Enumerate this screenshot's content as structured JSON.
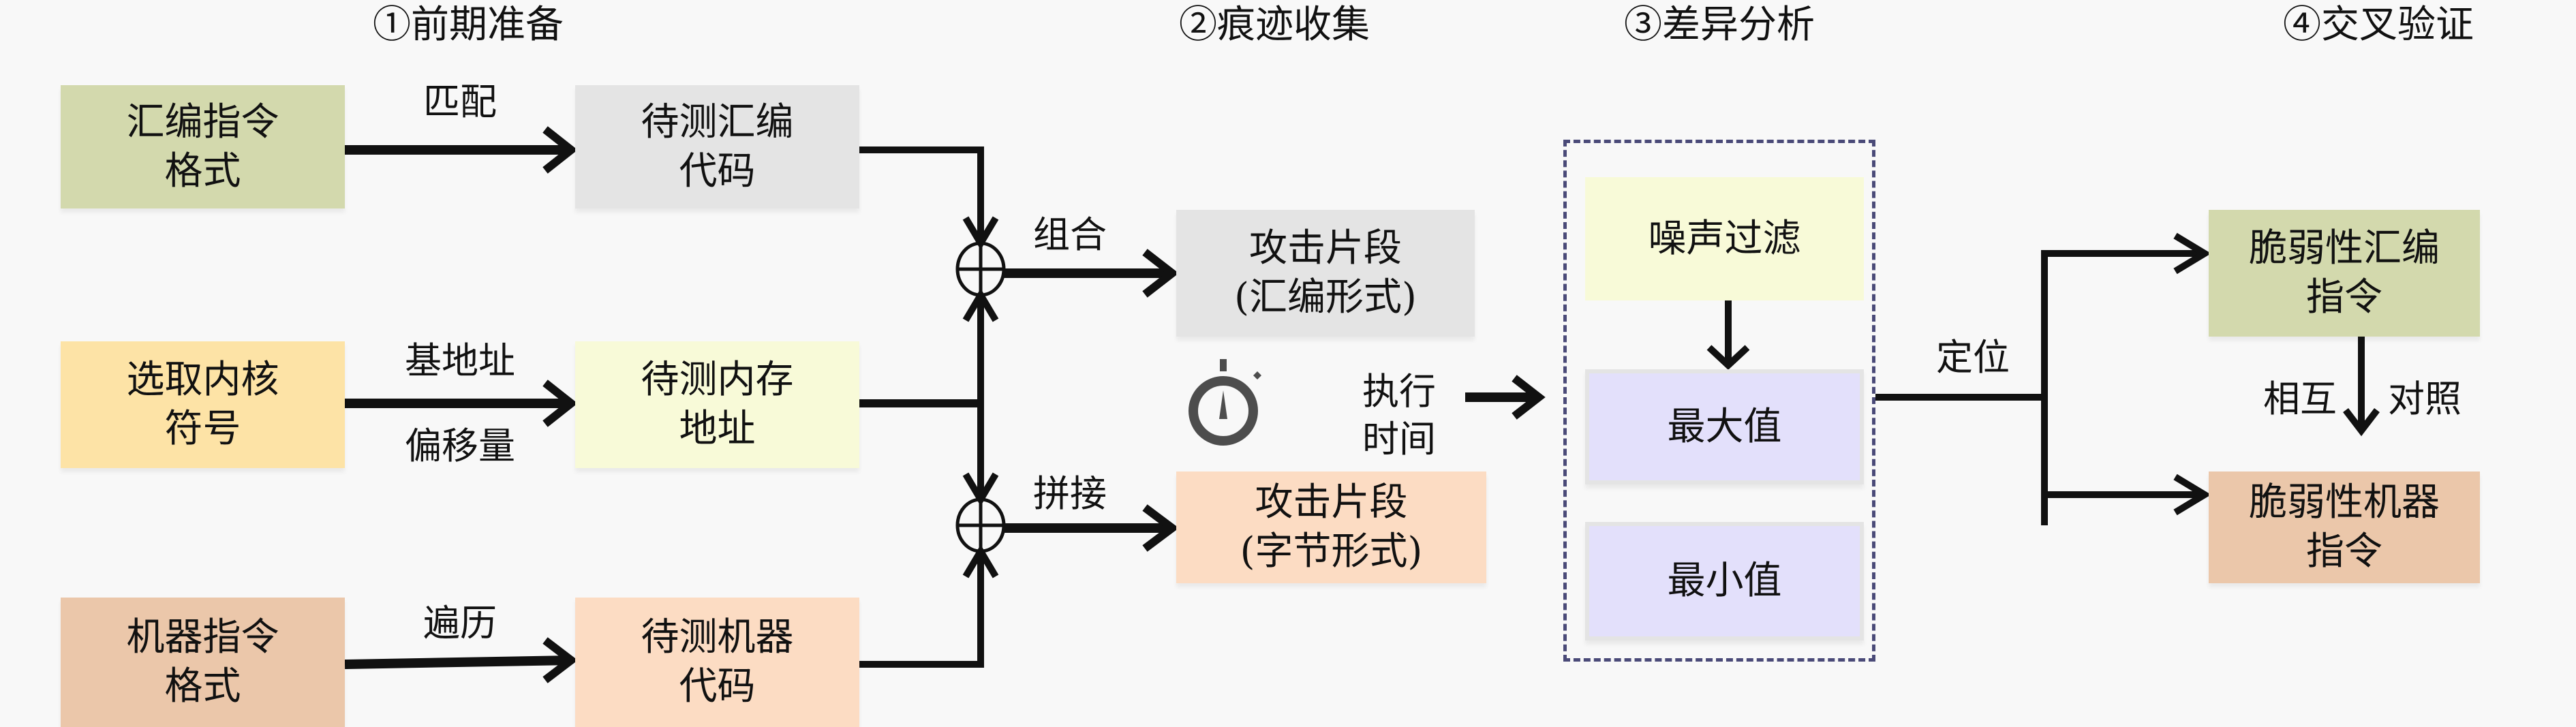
{
  "headers": {
    "step1": "①前期准备",
    "step2": "②痕迹收集",
    "step3": "③差异分析",
    "step4": "④交叉验证"
  },
  "colors": {
    "background": "#f8f8f8",
    "green": "#d3d9ad",
    "gray": "#e4e4e4",
    "yellow": "#fde3a6",
    "light_yellow": "#f8fad8",
    "peach": "#ebc7aa",
    "light_peach": "#fcdcc3",
    "lavender": "#e3e0fb",
    "dash": "#4a4a78",
    "ink": "#111111",
    "icon": "#4d4d4d"
  },
  "stage1": {
    "asm_format": [
      "汇编指令",
      "格式"
    ],
    "asm_code": [
      "待测汇编",
      "代码"
    ],
    "kernel_symbol": [
      "选取内核",
      "符号"
    ],
    "mem_addr": [
      "待测内存",
      "地址"
    ],
    "machine_format": [
      "机器指令",
      "格式"
    ],
    "machine_code": [
      "待测机器",
      "代码"
    ],
    "edge_match": "匹配",
    "edge_base": "基地址",
    "edge_offset": "偏移量",
    "edge_traverse": "遍历"
  },
  "stage2": {
    "edge_combine": "组合",
    "edge_concat": "拼接",
    "attack_asm": [
      "攻击片段",
      "(汇编形式)"
    ],
    "attack_bytes": [
      "攻击片段",
      "(字节形式)"
    ],
    "exec_time": [
      "执行",
      "时间"
    ],
    "icon": "stopwatch-icon"
  },
  "stage3": {
    "noise_filter": "噪声过滤",
    "max_value": "最大值",
    "min_value": "最小值"
  },
  "stage4": {
    "edge_locate": "定位",
    "vuln_asm": [
      "脆弱性汇编",
      "指令"
    ],
    "vuln_machine": [
      "脆弱性机器",
      "指令"
    ],
    "mutual": "相互",
    "contrast": "对照"
  }
}
